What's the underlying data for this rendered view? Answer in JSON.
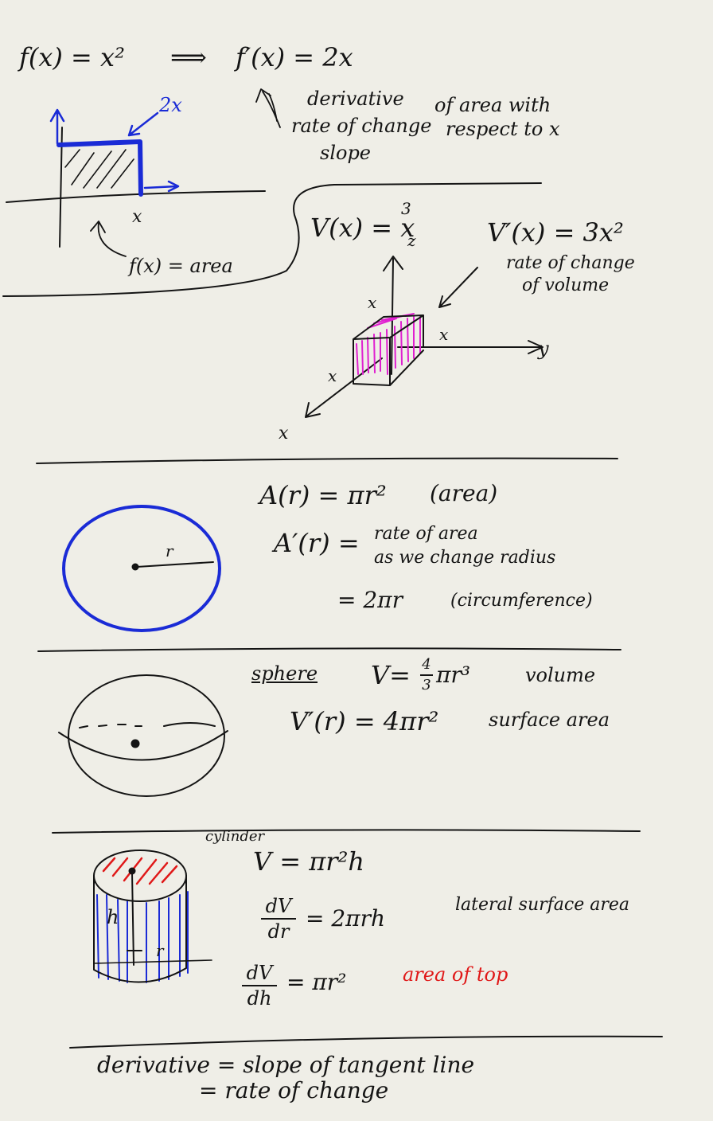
{
  "notes": {
    "section1": {
      "func": "f(x) = x²",
      "arrow": "⟹",
      "derivative": "f′(x) = 2x",
      "label_derivative": "derivative",
      "label_rate": "rate of change",
      "label_of_area": "of area with",
      "label_respect": "respect to x",
      "label_slope": "slope",
      "label_2x": "2x",
      "label_x": "x",
      "label_area": "f(x) = area"
    },
    "section2": {
      "func": "V(x) = x",
      "exp": "3",
      "z": "z",
      "derivative": "V′(x) = 3x²",
      "label_rate": "rate of change",
      "label_volume": "of volume",
      "axis_y": "y",
      "axis_x": "x",
      "edge_x1": "x",
      "edge_x2": "x",
      "edge_x3": "x"
    },
    "section3": {
      "area": "A(r) = πr²",
      "area_tag": "(area)",
      "deriv": "A′(r) =",
      "rate1": "rate of area",
      "rate2": "as we change radius",
      "eq": "= 2πr",
      "circ": "(circumference)",
      "radius": "r"
    },
    "section4": {
      "sphere": "sphere",
      "vol_lhs": "V=",
      "vol_num": "4",
      "vol_den": "3",
      "vol_rhs": "πr³",
      "volume": "volume",
      "deriv": "V′(r) = 4πr²",
      "surface": "surface area"
    },
    "section5": {
      "cylinder": "cylinder",
      "vol": "V = πr²h",
      "dv": "dV",
      "dr": "dr",
      "eq1": "= 2πrh",
      "lateral": "lateral surface area",
      "dh": "dh",
      "eq2": "= πr²",
      "top": "area of top",
      "h": "h",
      "r": "r"
    },
    "section6": {
      "line1": "derivative = slope of tangent line",
      "line2": "= rate of change"
    }
  },
  "colors": {
    "ink": "#141414",
    "blue": "#1a2bd6",
    "magenta": "#e020d0",
    "red": "#e01818",
    "paper": "#efeee7"
  }
}
